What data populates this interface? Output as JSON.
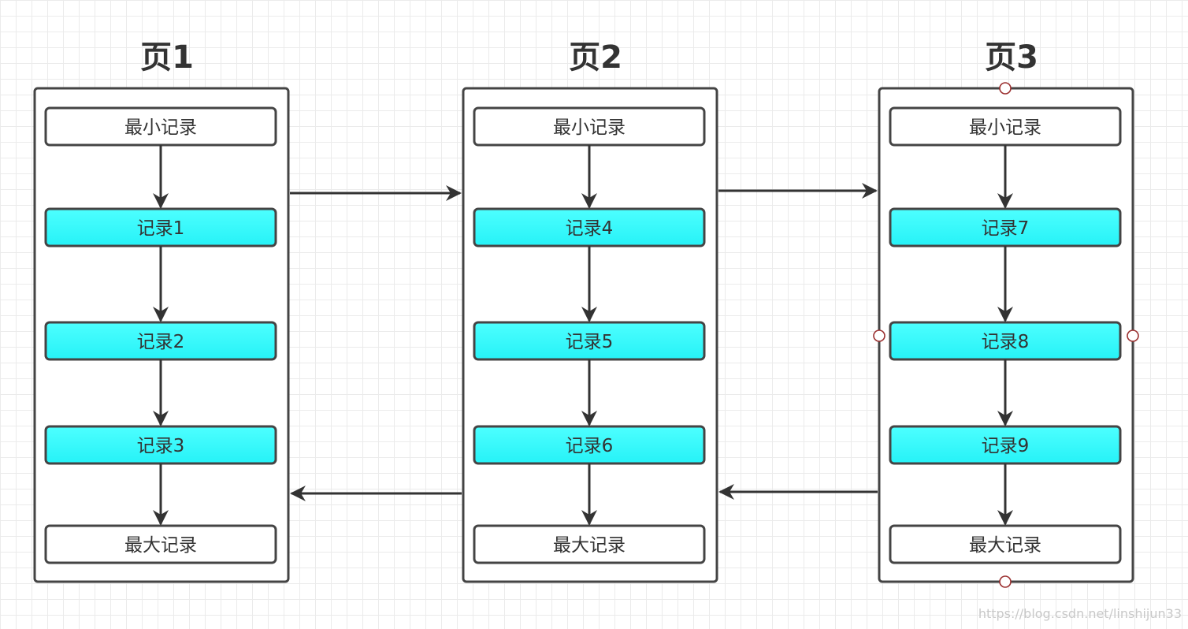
{
  "diagram": {
    "pages": [
      {
        "title": "页1",
        "records": [
          {
            "label": "最小记录",
            "kind": "min"
          },
          {
            "label": "记录1",
            "kind": "user"
          },
          {
            "label": "记录2",
            "kind": "user"
          },
          {
            "label": "记录3",
            "kind": "user"
          },
          {
            "label": "最大记录",
            "kind": "max"
          }
        ]
      },
      {
        "title": "页2",
        "records": [
          {
            "label": "最小记录",
            "kind": "min"
          },
          {
            "label": "记录4",
            "kind": "user"
          },
          {
            "label": "记录5",
            "kind": "user"
          },
          {
            "label": "记录6",
            "kind": "user"
          },
          {
            "label": "最大记录",
            "kind": "max"
          }
        ]
      },
      {
        "title": "页3",
        "selected": true,
        "records": [
          {
            "label": "最小记录",
            "kind": "min"
          },
          {
            "label": "记录7",
            "kind": "user"
          },
          {
            "label": "记录8",
            "kind": "user"
          },
          {
            "label": "记录9",
            "kind": "user"
          },
          {
            "label": "最大记录",
            "kind": "max"
          }
        ]
      }
    ],
    "links": [
      {
        "from": "页1",
        "to": "页2",
        "direction": "next"
      },
      {
        "from": "页2",
        "to": "页3",
        "direction": "next"
      },
      {
        "from": "页2",
        "to": "页1",
        "direction": "prev"
      },
      {
        "from": "页3",
        "to": "页2",
        "direction": "prev"
      }
    ]
  },
  "colors": {
    "user_record_fill": "#33ffff",
    "stroke": "#444444",
    "text": "#333333",
    "selection_handle": "#9b3030"
  },
  "watermark": "https://blog.csdn.net/linshijun33"
}
